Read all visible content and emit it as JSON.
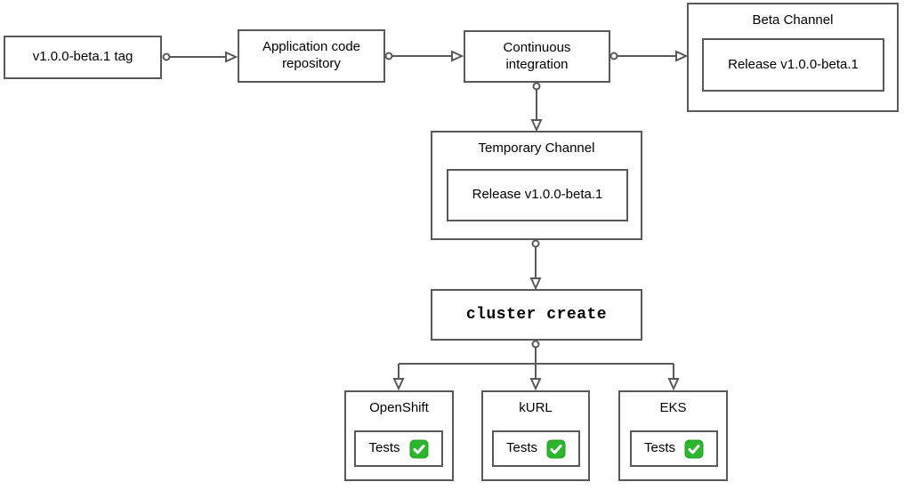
{
  "diagram_type": "flowchart",
  "background": "#ffffff",
  "colors": {
    "border": "#595959",
    "text": "#000000",
    "check_green": "#2db52d",
    "check_green_border": "#1f9e1f",
    "check_mark": "#ffffff"
  },
  "nodes": {
    "tag": {
      "label": "v1.0.0-beta.1 tag"
    },
    "repo": {
      "label": "Application code\nrepository"
    },
    "ci": {
      "label": "Continuous\nintegration"
    },
    "beta_channel": {
      "title": "Beta Channel",
      "release_label": "Release v1.0.0-beta.1"
    },
    "temp_channel": {
      "title": "Temporary Channel",
      "release_label": "Release v1.0.0-beta.1"
    },
    "cluster_create": {
      "label": "cluster create"
    },
    "platforms": [
      {
        "title": "OpenShift",
        "tests_label": "Tests",
        "status_icon": "check-mark-button"
      },
      {
        "title": "kURL",
        "tests_label": "Tests",
        "status_icon": "check-mark-button"
      },
      {
        "title": "EKS",
        "tests_label": "Tests",
        "status_icon": "check-mark-button"
      }
    ]
  },
  "connectors": [
    {
      "from": "tag",
      "to": "repo"
    },
    {
      "from": "repo",
      "to": "ci"
    },
    {
      "from": "ci",
      "to": "beta_channel"
    },
    {
      "from": "ci",
      "to": "temp_channel"
    },
    {
      "from": "temp_channel",
      "to": "cluster_create"
    },
    {
      "from": "cluster_create",
      "to": "openshift"
    },
    {
      "from": "cluster_create",
      "to": "kurl"
    },
    {
      "from": "cluster_create",
      "to": "eks"
    }
  ]
}
